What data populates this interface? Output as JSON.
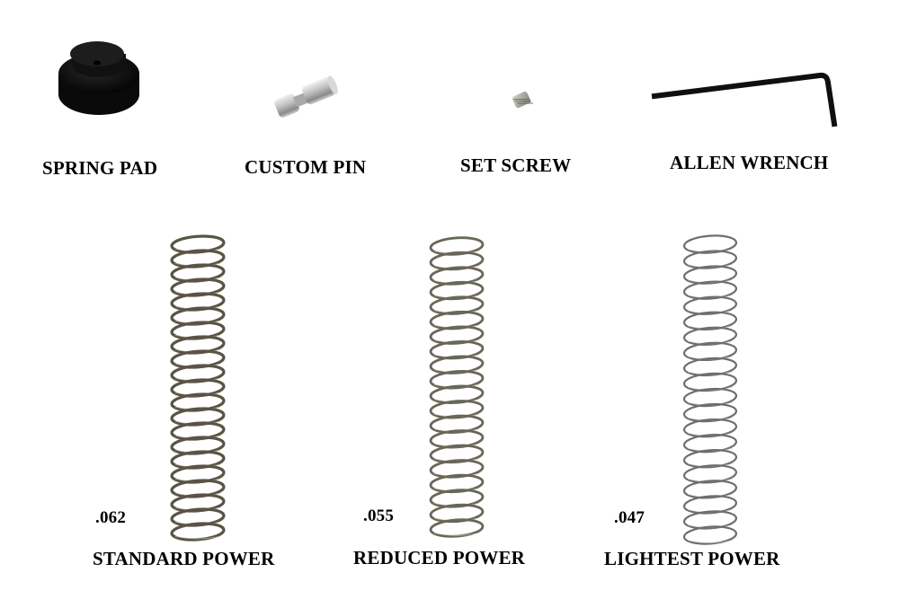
{
  "parts": [
    {
      "name": "SPRING PAD",
      "icon": "spring-pad-icon"
    },
    {
      "name": "CUSTOM PIN",
      "icon": "custom-pin-icon"
    },
    {
      "name": "SET SCREW",
      "icon": "set-screw-icon"
    },
    {
      "name": "ALLEN WRENCH",
      "icon": "allen-wrench-icon"
    }
  ],
  "springs": [
    {
      "gauge": ".062",
      "label": "STANDARD POWER",
      "icon": "standard-spring-icon",
      "color": "#5a5446"
    },
    {
      "gauge": ".055",
      "label": "REDUCED POWER",
      "icon": "reduced-spring-icon",
      "color": "#6a6658"
    },
    {
      "gauge": ".047",
      "label": "LIGHTEST POWER",
      "icon": "lightest-spring-icon",
      "color": "#6e6e6e"
    }
  ]
}
